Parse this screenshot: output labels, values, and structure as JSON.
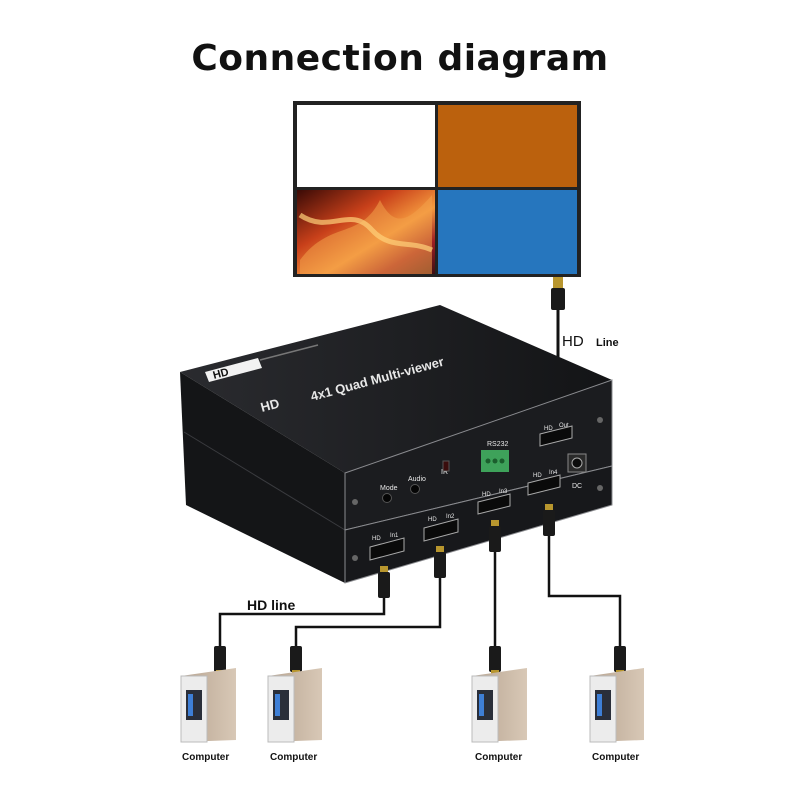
{
  "title": "Connection diagram",
  "labels": {
    "output_cable": "HD",
    "output_cable_suffix": "Line",
    "input_cable": "HD line"
  },
  "device": {
    "logo": "HD",
    "name_prefix": "HD",
    "name": "4x1 Quad Multi-viewer",
    "front_controls": [
      "Mode",
      "Audio",
      "IR"
    ],
    "rs232": "RS232",
    "out_port": [
      "HD",
      "Out"
    ],
    "top_ports": [
      [
        "HD",
        "In3"
      ],
      [
        "HD",
        "In4"
      ]
    ],
    "bottom_ports": [
      [
        "HD",
        "In1"
      ],
      [
        "HD",
        "In2"
      ]
    ],
    "dc": "DC"
  },
  "computers": [
    "Computer",
    "Computer",
    "Computer",
    "Computer"
  ],
  "colors": {
    "quad_top_left": "#ffffff",
    "quad_top_right": "#bb610d",
    "quad_bottom_right": "#2676be",
    "device_body": "#1c1d20",
    "terminal_block": "#3ea25a"
  }
}
